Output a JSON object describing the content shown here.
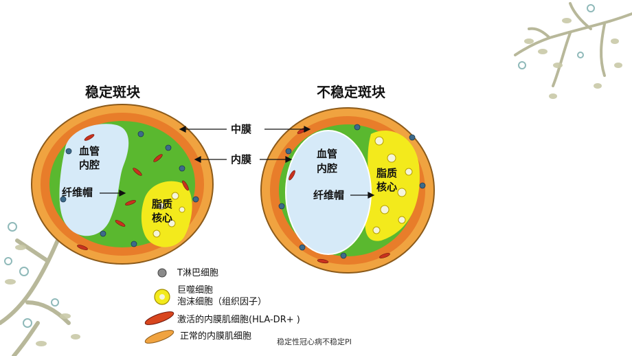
{
  "titles": {
    "stable": "稳定斑块",
    "unstable": "不稳定斑块"
  },
  "stable_labels": {
    "lumen_line1": "血管",
    "lumen_line2": "内腔",
    "fibrous_cap": "纤维帽",
    "core_line1": "脂质",
    "core_line2": "核心"
  },
  "unstable_labels": {
    "lumen_line1": "血管",
    "lumen_line2": "内腔",
    "fibrous_cap": "纤维帽",
    "core_line1": "脂质",
    "core_line2": "核心"
  },
  "center_labels": {
    "media": "中膜",
    "intima": "内膜"
  },
  "legend": {
    "t_cell": "T淋巴细胞",
    "macrophage_line1": "巨噬细胞",
    "macrophage_line2": "泡沫细胞（组织因子）",
    "activated_smc": "激活的内膜肌细胞(HLA-DR+ )",
    "normal_smc": "正常的内膜肌细胞"
  },
  "footer": "稳定性冠心病不稳定PI",
  "colors": {
    "adventitia": "#f0a340",
    "media": "#e87d2a",
    "intima": "#5ab82f",
    "lumen": "#d6eaf8",
    "lipid_core": "#f3ea1c",
    "t_cell": "#3d6a8a",
    "activated_smc": "#c8321e",
    "branch": "#b8b89a"
  }
}
